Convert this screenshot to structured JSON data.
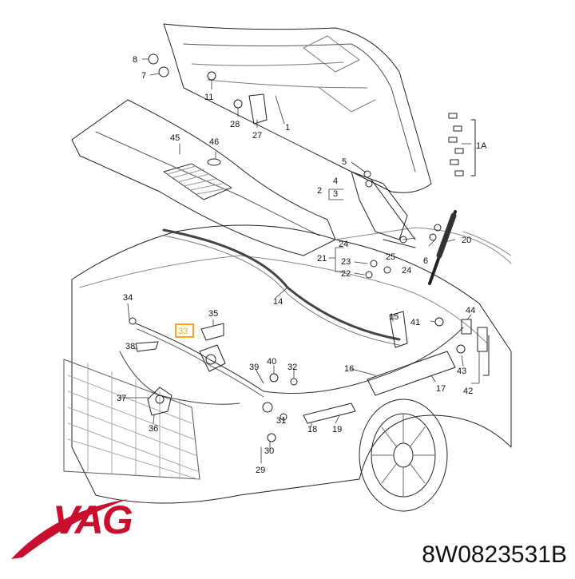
{
  "brand": {
    "name": "VAG",
    "color": "#c8102e"
  },
  "part_number": "8W0823531B",
  "highlight": {
    "label": "33",
    "color": "#f5a623"
  },
  "callouts": {
    "c1": "1",
    "c1A": "1A",
    "c2": "2",
    "c3": "3",
    "c4": "4",
    "c5": "5",
    "c6": "6",
    "c7": "7",
    "c8": "8",
    "c11": "11",
    "c14": "14",
    "c15": "15",
    "c16": "16",
    "c17": "17",
    "c18": "18",
    "c19": "19",
    "c20": "20",
    "c21": "21",
    "c22": "22",
    "c23": "23",
    "c24a": "24",
    "c24b": "24",
    "c25": "25",
    "c27": "27",
    "c28": "28",
    "c29": "29",
    "c30": "30",
    "c31": "31",
    "c32": "32",
    "c34": "34",
    "c35": "35",
    "c36": "36",
    "c37": "37",
    "c38": "38",
    "c39": "39",
    "c40": "40",
    "c41": "41",
    "c42": "42",
    "c43": "43",
    "c44": "44",
    "c45": "45",
    "c46": "46"
  }
}
